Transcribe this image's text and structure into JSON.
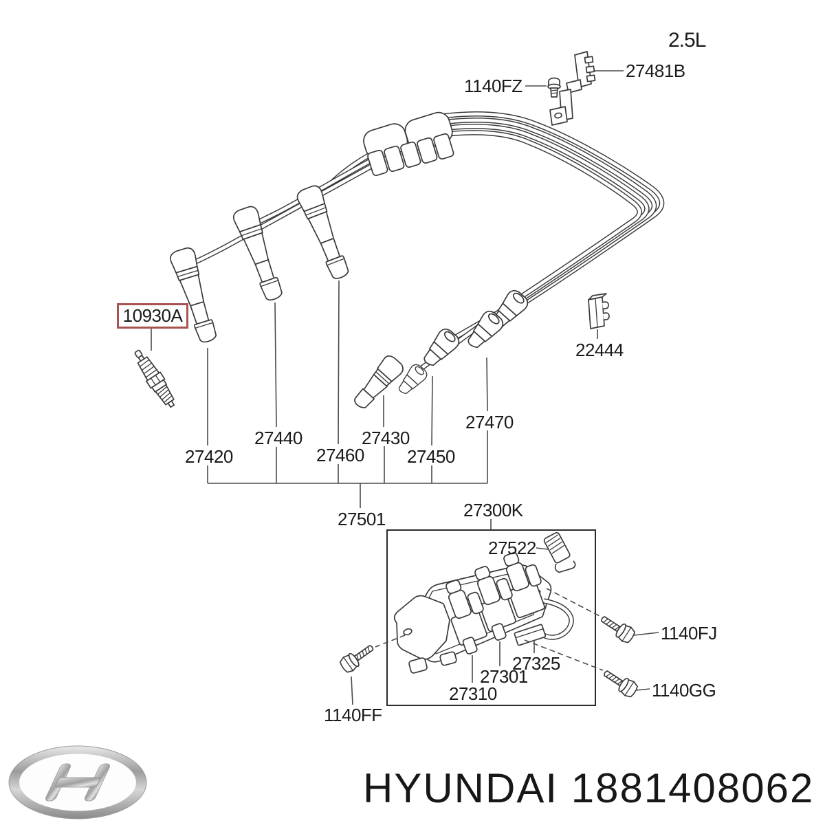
{
  "engine": {
    "label": "2.5L"
  },
  "highlighted_part": {
    "code": "10930A",
    "box_color": "#a85252"
  },
  "labels": {
    "l1140FZ": "1140FZ",
    "l27481B": "27481B",
    "l22444": "22444",
    "l27420": "27420",
    "l27440": "27440",
    "l27460": "27460",
    "l27430": "27430",
    "l27450": "27450",
    "l27470": "27470",
    "l27501": "27501",
    "l27300K": "27300K",
    "l27522": "27522",
    "l27325": "27325",
    "l27301": "27301",
    "l27310": "27310",
    "l1140FJ": "1140FJ",
    "l1140GG": "1140GG",
    "l1140FF": "1140FF"
  },
  "footer": {
    "brand": "HYUNDAI",
    "part_number": "1881408062",
    "logo": "hyundai-logo"
  },
  "colors": {
    "line": "#3a3a3a",
    "text": "#1a1a1a",
    "highlight_box": "#a85252",
    "background": "#ffffff"
  }
}
